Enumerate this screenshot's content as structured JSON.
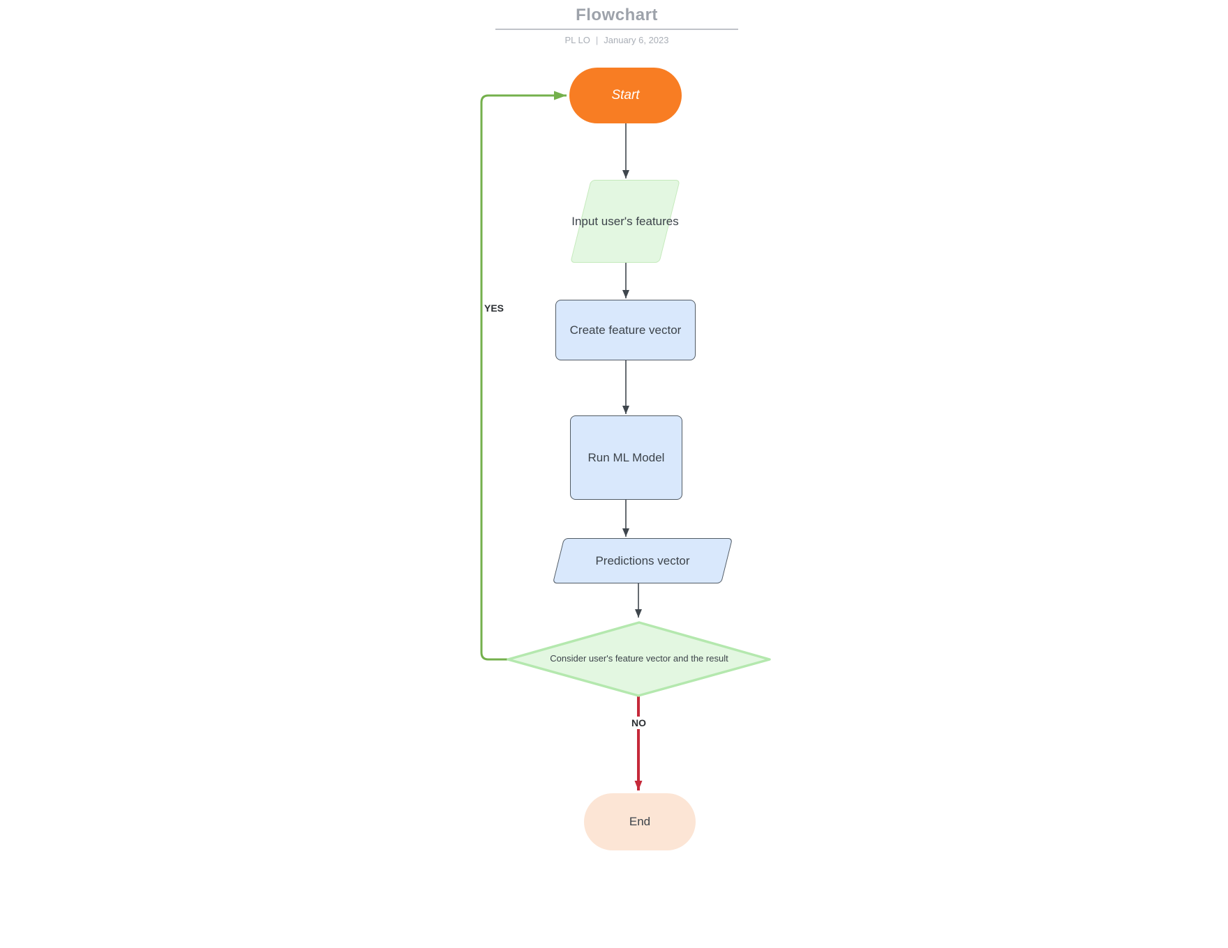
{
  "header": {
    "title": "Flowchart",
    "author": "PL LO",
    "separator": "|",
    "date": "January 6, 2023"
  },
  "nodes": {
    "start": {
      "label": "Start",
      "type": "terminator"
    },
    "input_features": {
      "label": "Input user's features",
      "type": "input-output"
    },
    "create_vector": {
      "label": "Create feature vector",
      "type": "process"
    },
    "run_model": {
      "label": "Run ML Model",
      "type": "process"
    },
    "predictions": {
      "label": "Predictions vector",
      "type": "input-output"
    },
    "decision": {
      "label": "Consider user's feature vector and the result",
      "type": "decision"
    },
    "end": {
      "label": "End",
      "type": "terminator"
    }
  },
  "edge_labels": {
    "yes": "YES",
    "no": "NO"
  },
  "colors": {
    "start_fill": "#f87d23",
    "process_fill": "#d9e8fc",
    "process_border": "#505a64",
    "green_fill": "#e3f7e1",
    "green_border_light": "#c5eabc",
    "diamond_border": "#b4e8ae",
    "end_fill": "#fce5d5",
    "connector_dark": "#3f464d",
    "connector_red": "#c5293a",
    "connector_green": "#74b04c",
    "title_gray": "#9da2aa",
    "text_dark": "#3c434a"
  }
}
